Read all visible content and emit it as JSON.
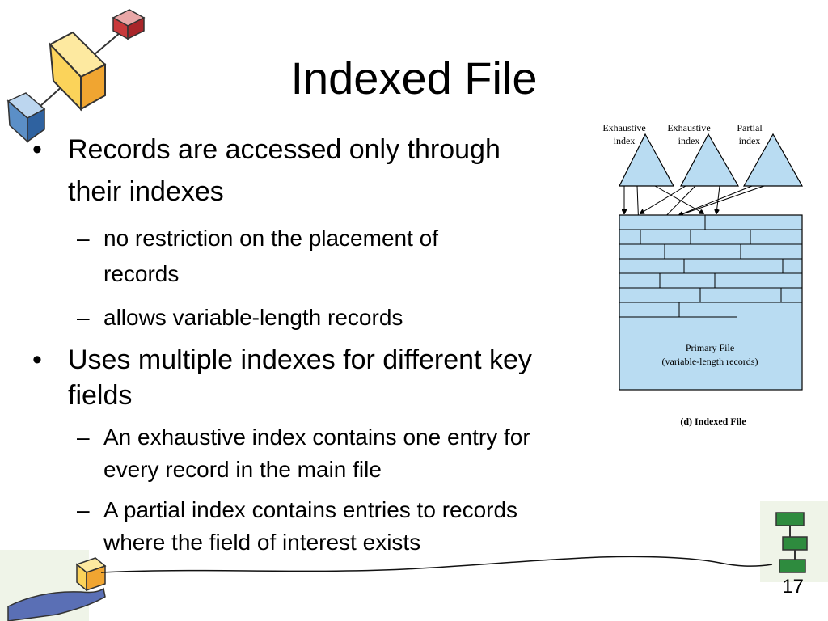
{
  "slide": {
    "title": "Indexed File",
    "page_number": "17"
  },
  "bullets": [
    {
      "marker": "•",
      "lines": [
        "Records are accessed only through",
        "their indexes"
      ],
      "sub": [
        {
          "marker": "–",
          "lines": [
            "no restriction on the placement of",
            "records"
          ]
        },
        {
          "marker": "–",
          "lines": [
            "allows variable-length records"
          ]
        }
      ]
    },
    {
      "marker": "•",
      "lines": [
        "Uses multiple indexes for different key",
        "fields"
      ],
      "sub": [
        {
          "marker": "–",
          "lines": [
            "An exhaustive index contains one entry for",
            "every record in the main file"
          ]
        },
        {
          "marker": "–",
          "lines": [
            "A partial index contains entries to records",
            "where the field of interest exists"
          ]
        }
      ]
    }
  ],
  "figure": {
    "indexes": [
      {
        "line1": "Exhaustive",
        "line2": "index"
      },
      {
        "line1": "Exhaustive",
        "line2": "index"
      },
      {
        "line1": "Partial",
        "line2": "index"
      }
    ],
    "primary_file_line1": "Primary File",
    "primary_file_line2": "(variable-length records)",
    "caption": "(d) Indexed File",
    "fill_color": "#b9dcf2"
  }
}
